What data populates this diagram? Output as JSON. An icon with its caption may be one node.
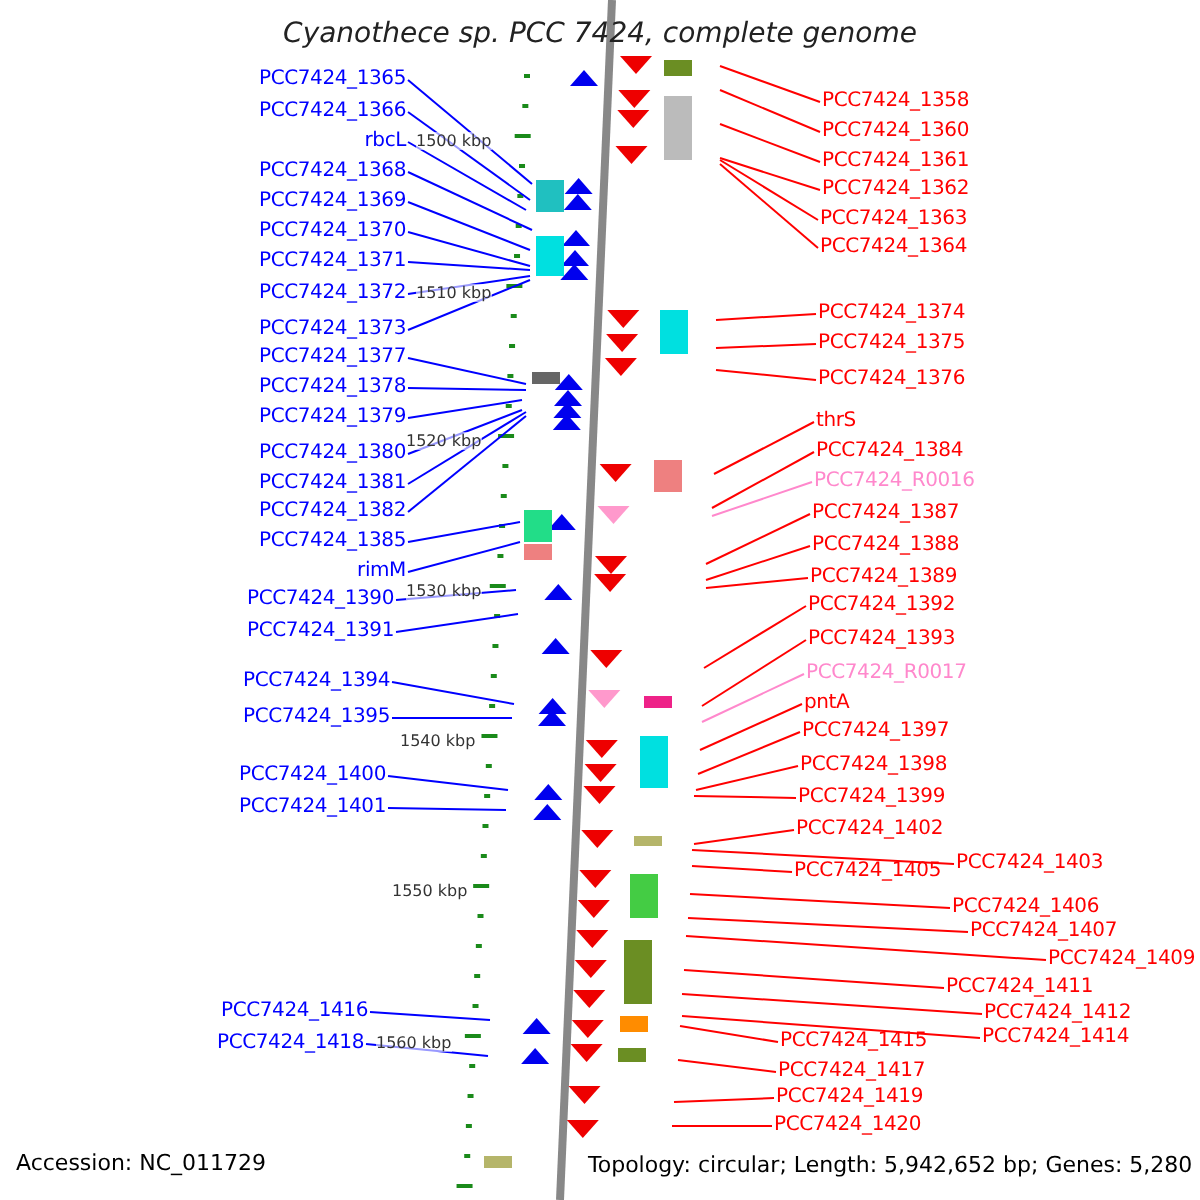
{
  "diagram": {
    "title": "Cyanothece sp. PCC 7424, complete genome",
    "nodes": [
      {
        "text": [
          "PCC7424_1365"
        ]
      },
      {
        "text": [
          "PCC7424_1366"
        ]
      },
      {
        "text": [
          "rbcL"
        ]
      },
      {
        "text": [
          "PCC7424_1368"
        ]
      },
      {
        "text": [
          "PCC7424_1369"
        ]
      },
      {
        "text": [
          "PCC7424_1370"
        ]
      },
      {
        "text": [
          "PCC7424_1371"
        ]
      },
      {
        "text": [
          "PCC7424_1372"
        ]
      },
      {
        "text": [
          "PCC7424_1373"
        ]
      },
      {
        "text": [
          "PCC7424_1377"
        ]
      },
      {
        "text": [
          "PCC7424_1378"
        ]
      },
      {
        "text": [
          "PCC7424_1379"
        ]
      },
      {
        "text": [
          "PCC7424_1380"
        ]
      },
      {
        "text": [
          "PCC7424_1381"
        ]
      },
      {
        "text": [
          "PCC7424_1382"
        ]
      },
      {
        "text": [
          "PCC7424_1385"
        ]
      },
      {
        "text": [
          "rimM"
        ]
      },
      {
        "text": [
          "PCC7424_1390"
        ]
      },
      {
        "text": [
          "PCC7424_1391"
        ]
      },
      {
        "text": [
          "PCC7424_1394"
        ]
      },
      {
        "text": [
          "PCC7424_1395"
        ]
      },
      {
        "text": [
          "PCC7424_1400"
        ]
      },
      {
        "text": [
          "PCC7424_1401"
        ]
      },
      {
        "text": [
          "PCC7424_1416"
        ]
      },
      {
        "text": [
          "PCC7424_1418"
        ]
      },
      {
        "text": [
          "PCC7424_1358"
        ]
      },
      {
        "text": [
          "PCC7424_1360"
        ]
      },
      {
        "text": [
          "PCC7424_1361"
        ]
      },
      {
        "text": [
          "PCC7424_1362"
        ]
      },
      {
        "text": [
          "PCC7424_1363"
        ]
      },
      {
        "text": [
          "PCC7424_1364"
        ]
      },
      {
        "text": [
          "PCC7424_1374"
        ]
      },
      {
        "text": [
          "PCC7424_1375"
        ]
      },
      {
        "text": [
          "PCC7424_1376"
        ]
      },
      {
        "text": [
          "thrS"
        ]
      },
      {
        "text": [
          "PCC7424_1384"
        ]
      },
      {
        "text": [
          "PCC7424_R0016"
        ]
      },
      {
        "text": [
          "PCC7424_1387"
        ]
      },
      {
        "text": [
          "PCC7424_1388"
        ]
      },
      {
        "text": [
          "PCC7424_1389"
        ]
      },
      {
        "text": [
          "PCC7424_1392"
        ]
      },
      {
        "text": [
          "PCC7424_1393"
        ]
      },
      {
        "text": [
          "PCC7424_R0017"
        ]
      },
      {
        "text": [
          "pntA"
        ]
      },
      {
        "text": [
          "PCC7424_1397"
        ]
      },
      {
        "text": [
          "PCC7424_1398"
        ]
      },
      {
        "text": [
          "PCC7424_1399"
        ]
      },
      {
        "text": [
          "PCC7424_1402"
        ]
      },
      {
        "text": [
          "PCC7424_1403"
        ]
      },
      {
        "text": [
          "PCC7424_1405"
        ]
      },
      {
        "text": [
          "PCC7424_1406"
        ]
      },
      {
        "text": [
          "PCC7424_1407"
        ]
      },
      {
        "text": [
          "PCC7424_1409"
        ]
      },
      {
        "text": [
          "PCC7424_1411"
        ]
      },
      {
        "text": [
          "PCC7424_1412"
        ]
      },
      {
        "text": [
          "PCC7424_1414"
        ]
      },
      {
        "text": [
          "PCC7424_1415"
        ]
      },
      {
        "text": [
          "PCC7424_1417"
        ]
      },
      {
        "text": [
          "PCC7424_1419"
        ]
      },
      {
        "text": [
          "PCC7424_1420"
        ]
      }
    ],
    "edges": [
      {
        "from": 0,
        "to": null,
        "arrow": "none",
        "color": "#0000ff"
      },
      {
        "from": 1,
        "to": null,
        "arrow": "none",
        "color": "#0000ff"
      },
      {
        "from": 2,
        "to": null,
        "arrow": "none",
        "color": "#0000ff"
      },
      {
        "from": 3,
        "to": null,
        "arrow": "none",
        "color": "#0000ff"
      },
      {
        "from": 4,
        "to": null,
        "arrow": "none",
        "color": "#0000ff"
      },
      {
        "from": 5,
        "to": null,
        "arrow": "none",
        "color": "#0000ff"
      },
      {
        "from": 6,
        "to": null,
        "arrow": "none",
        "color": "#0000ff"
      },
      {
        "from": 7,
        "to": null,
        "arrow": "none",
        "color": "#0000ff"
      },
      {
        "from": 8,
        "to": null,
        "arrow": "none",
        "color": "#0000ff"
      },
      {
        "from": 9,
        "to": null,
        "arrow": "none",
        "color": "#0000ff"
      },
      {
        "from": 10,
        "to": null,
        "arrow": "none",
        "color": "#0000ff"
      },
      {
        "from": 11,
        "to": null,
        "arrow": "none",
        "color": "#0000ff"
      },
      {
        "from": 12,
        "to": null,
        "arrow": "none",
        "color": "#0000ff"
      },
      {
        "from": 13,
        "to": null,
        "arrow": "none",
        "color": "#0000ff"
      },
      {
        "from": 14,
        "to": null,
        "arrow": "none",
        "color": "#0000ff"
      },
      {
        "from": 15,
        "to": null,
        "arrow": "none",
        "color": "#0000ff"
      },
      {
        "from": 16,
        "to": null,
        "arrow": "none",
        "color": "#0000ff"
      },
      {
        "from": 17,
        "to": null,
        "arrow": "none",
        "color": "#0000ff"
      },
      {
        "from": 18,
        "to": null,
        "arrow": "none",
        "color": "#0000ff"
      },
      {
        "from": 19,
        "to": null,
        "arrow": "none",
        "color": "#0000ff"
      },
      {
        "from": 20,
        "to": null,
        "arrow": "none",
        "color": "#0000ff"
      },
      {
        "from": 21,
        "to": null,
        "arrow": "none",
        "color": "#0000ff"
      },
      {
        "from": 22,
        "to": null,
        "arrow": "none",
        "color": "#0000ff"
      },
      {
        "from": 23,
        "to": null,
        "arrow": "none",
        "color": "#0000ff"
      },
      {
        "from": 24,
        "to": null,
        "arrow": "none",
        "color": "#0000ff"
      },
      {
        "from": 25,
        "to": null,
        "arrow": "none"
      },
      {
        "from": 26,
        "to": null,
        "arrow": "none"
      },
      {
        "from": 27,
        "to": null,
        "arrow": "none"
      },
      {
        "from": 28,
        "to": null,
        "arrow": "none"
      },
      {
        "from": 29,
        "to": null,
        "arrow": "none"
      },
      {
        "from": 30,
        "to": null,
        "arrow": "none"
      },
      {
        "from": 31,
        "to": null,
        "arrow": "none"
      },
      {
        "from": 32,
        "to": null,
        "arrow": "none"
      },
      {
        "from": 33,
        "to": null,
        "arrow": "none"
      },
      {
        "from": 34,
        "to": null,
        "arrow": "none"
      },
      {
        "from": 35,
        "to": null,
        "arrow": "none"
      },
      {
        "from": 36,
        "to": null,
        "arrow": "none",
        "color": "#ff88cc"
      },
      {
        "from": 37,
        "to": null,
        "arrow": "none"
      },
      {
        "from": 38,
        "to": null,
        "arrow": "none"
      },
      {
        "from": 39,
        "to": null,
        "arrow": "none"
      },
      {
        "from": 40,
        "to": null,
        "arrow": "none"
      },
      {
        "from": 41,
        "to": null,
        "arrow": "none"
      },
      {
        "from": 42,
        "to": null,
        "arrow": "none",
        "color": "#ff88cc"
      },
      {
        "from": 43,
        "to": null,
        "arrow": "none"
      },
      {
        "from": 44,
        "to": null,
        "arrow": "none"
      },
      {
        "from": 45,
        "to": null,
        "arrow": "none"
      },
      {
        "from": 46,
        "to": null,
        "arrow": "none"
      },
      {
        "from": 47,
        "to": null,
        "arrow": "none"
      },
      {
        "from": 48,
        "to": null,
        "arrow": "none"
      },
      {
        "from": 49,
        "to": null,
        "arrow": "none"
      },
      {
        "from": 50,
        "to": null,
        "arrow": "none"
      },
      {
        "from": 51,
        "to": null,
        "arrow": "none"
      },
      {
        "from": 52,
        "to": null,
        "arrow": "none"
      },
      {
        "from": 53,
        "to": null,
        "arrow": "none"
      },
      {
        "from": 54,
        "to": null,
        "arrow": "none"
      },
      {
        "from": 55,
        "to": null,
        "arrow": "none"
      },
      {
        "from": 56,
        "to": null,
        "arrow": "none"
      },
      {
        "from": 57,
        "to": null,
        "arrow": "none"
      },
      {
        "from": 58,
        "to": null,
        "arrow": "none"
      },
      {
        "from": 59,
        "to": null,
        "arrow": "none"
      }
    ],
    "labels": [
      "1500 kbp",
      "1510 kbp",
      "1520 kbp",
      "1530 kbp",
      "1540 kbp",
      "1550 kbp",
      "1560 kbp",
      "Accession: NC_011729",
      "Topology: circular; Length: 5,942,652 bp; Genes: 5,280"
    ]
  }
}
